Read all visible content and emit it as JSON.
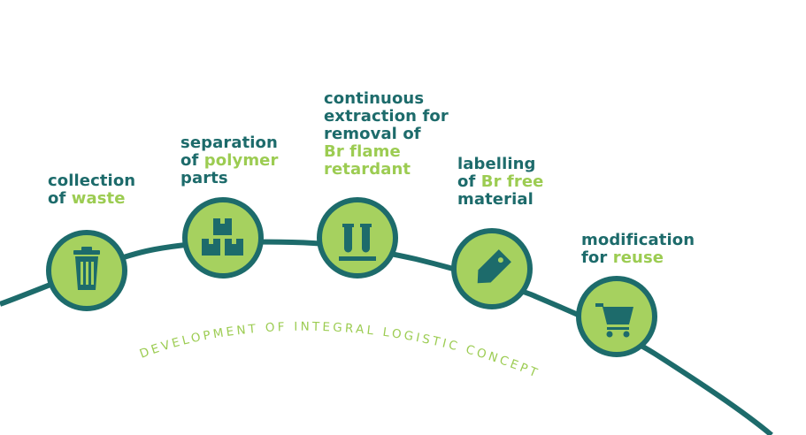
{
  "curve_text": "DEVELOPMENT OF INTEGRAL LOGISTIC CONCEPT",
  "steps": [
    {
      "icon": "trash-bin-icon",
      "lines": [
        {
          "a": "collection",
          "b": ""
        },
        {
          "a": "of ",
          "b": "waste"
        }
      ]
    },
    {
      "icon": "boxes-icon",
      "lines": [
        {
          "a": "separation",
          "b": ""
        },
        {
          "a": "of ",
          "b": "polymer"
        },
        {
          "a": "parts",
          "b": ""
        }
      ]
    },
    {
      "icon": "test-tubes-icon",
      "lines": [
        {
          "a": "continuous",
          "b": ""
        },
        {
          "a": "extraction for",
          "b": ""
        },
        {
          "a": "removal of",
          "b": ""
        },
        {
          "a": "",
          "b": "Br flame"
        },
        {
          "a": "",
          "b": "retardant"
        }
      ]
    },
    {
      "icon": "tag-icon",
      "lines": [
        {
          "a": "labelling",
          "b": ""
        },
        {
          "a": "of ",
          "b": "Br free"
        },
        {
          "a": "material",
          "b": ""
        }
      ]
    },
    {
      "icon": "shopping-cart-icon",
      "lines": [
        {
          "a": "modification",
          "b": ""
        },
        {
          "a": "for ",
          "b": "reuse"
        }
      ]
    }
  ],
  "colors": {
    "dark_teal": "#1d6b6b",
    "light_green": "#9ccc52",
    "circle_fill": "#a6d15f"
  }
}
